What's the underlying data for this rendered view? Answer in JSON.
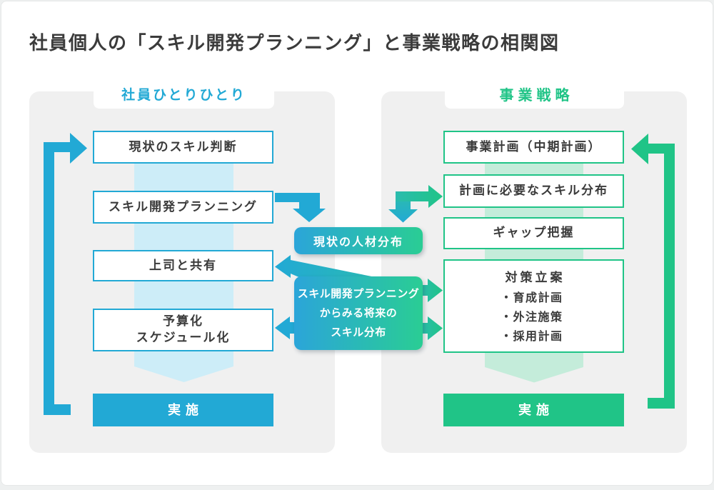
{
  "title": "社員個人の「スキル開発プランニング」と事業戦略の相関図",
  "left_panel": {
    "header": "社員ひとりひとり",
    "steps": [
      "現状のスキル判断",
      "スキル開発プランニング",
      "上司と共有"
    ],
    "budget_step_line1": "予算化",
    "budget_step_line2": "スケジュール化",
    "final_step": "実施"
  },
  "right_panel": {
    "header": "事業戦略",
    "steps": [
      "事業計画（中期計画）",
      "計画に必要なスキル分布",
      "ギャップ把握"
    ],
    "plan": {
      "title": "対策立案",
      "items": [
        "・育成計画",
        "・外注施策",
        "・採用計画"
      ]
    },
    "final_step": "実施"
  },
  "middle": {
    "current_box": "現状の人材分布",
    "future_box_lines": [
      "スキル開発プランニング",
      "からみる将来の",
      "スキル分布"
    ]
  },
  "colors": {
    "blue": "#22A9D5",
    "green": "#20C487",
    "teal": "#2BBCAE",
    "light_blue": "#CDEDF8",
    "light_green": "#C4ECDA",
    "gradient_start": "#2BA5D9",
    "gradient_end": "#2ACD94",
    "panel_bg": "#F0F0F0",
    "text_dark": "#3B3B3B"
  }
}
